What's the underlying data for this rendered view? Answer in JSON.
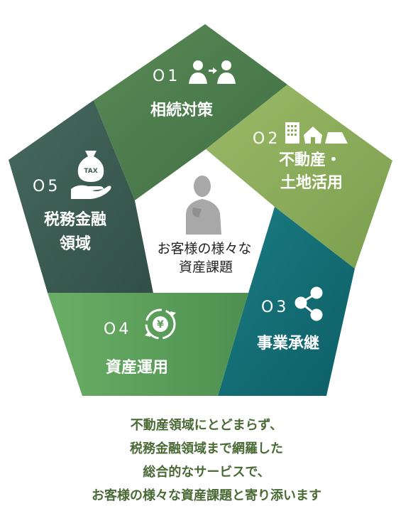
{
  "center": {
    "line1": "お客様の様々な",
    "line2": "資産課題"
  },
  "segments": [
    {
      "num": "O1",
      "title1": "相続対策",
      "icon": "people-transfer-icon",
      "color": "#4a7a48"
    },
    {
      "num": "O2",
      "title1": "不動産・",
      "title2": "土地活用",
      "icon": "buildings-house-icon",
      "color": "#8cac5c"
    },
    {
      "num": "O3",
      "title1": "事業承継",
      "icon": "share-icon",
      "color": "#126c73"
    },
    {
      "num": "O4",
      "title1": "資産運用",
      "icon": "yen-cycle-icon",
      "color": "#5ea05e"
    },
    {
      "num": "O5",
      "title1": "税務金融",
      "title2": "領域",
      "icon": "tax-bag-hand-icon",
      "tax_label": "TAX",
      "color": "#3c5e54"
    }
  ],
  "caption": [
    "不動産領域にとどまらず、",
    "税務金融領域まで網羅した",
    "総合的なサービスで、",
    "お客様の様々な資産課題と寄り添います"
  ]
}
